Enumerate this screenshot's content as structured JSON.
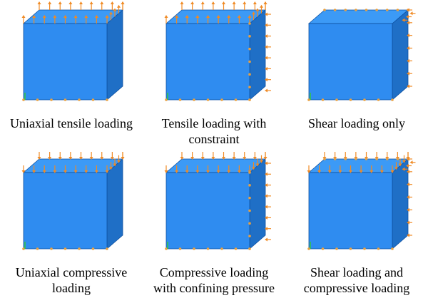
{
  "figure": {
    "colors": {
      "front_face": "#2f8cf0",
      "top_face": "#3c9af6",
      "side_face": "#1f6fc6",
      "edge": "#0d4fa0",
      "marker": "#f08a24",
      "node": "#e8a040",
      "constraint": "#33cc33"
    },
    "panels": [
      {
        "id": "uniaxial-tensile",
        "caption_lines": [
          "Uniaxial tensile loading"
        ],
        "loads": [
          "top-tension"
        ]
      },
      {
        "id": "tensile-constraint",
        "caption_lines": [
          "Tensile loading with",
          "constraint"
        ],
        "loads": [
          "top-tension",
          "side-constraint"
        ]
      },
      {
        "id": "shear-only",
        "caption_lines": [
          "Shear loading only"
        ],
        "loads": [
          "shear"
        ]
      },
      {
        "id": "uniaxial-compressive",
        "caption_lines": [
          "Uniaxial compressive",
          "loading"
        ],
        "loads": [
          "top-compression"
        ]
      },
      {
        "id": "compressive-confining",
        "caption_lines": [
          "Compressive loading",
          "with confining pressure"
        ],
        "loads": [
          "top-compression",
          "side-pressure"
        ]
      },
      {
        "id": "shear-compressive",
        "caption_lines": [
          "Shear loading and",
          "compressive loading"
        ],
        "loads": [
          "top-compression",
          "shear"
        ]
      }
    ]
  }
}
